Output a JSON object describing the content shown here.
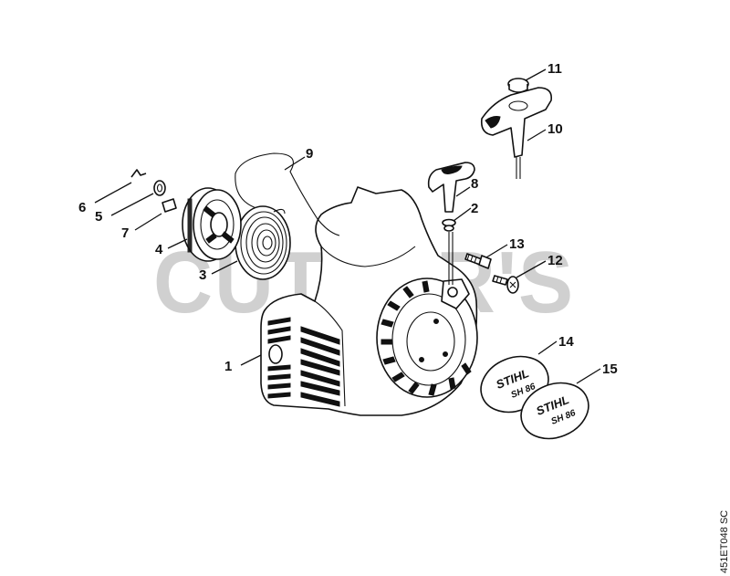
{
  "watermark": "CUTLER'S",
  "drawing_code": "451ET048 SC",
  "callouts": [
    "1",
    "2",
    "3",
    "4",
    "5",
    "6",
    "7",
    "8",
    "9",
    "10",
    "11",
    "12",
    "13",
    "14",
    "15"
  ],
  "badge_text": {
    "brand": "STIHL",
    "model": "SH 86"
  }
}
